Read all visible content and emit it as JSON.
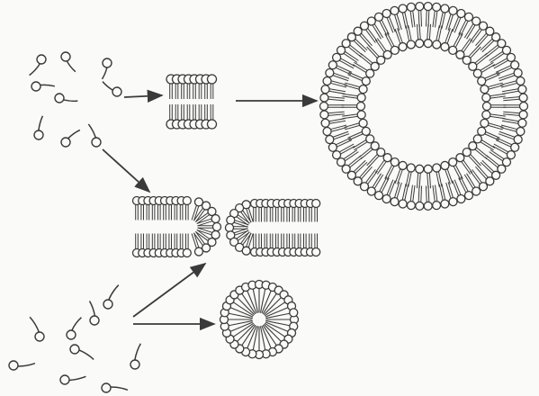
{
  "diagram": {
    "ink_color": "#3a3a3a",
    "background_color": "#fafaf8",
    "components": [
      {
        "name": "free-lipid-cluster",
        "kind": "scattered amphiphile molecules"
      },
      {
        "name": "lipid-bilayer-sheet",
        "kind": "bilayer"
      },
      {
        "name": "liposome",
        "kind": "closed bilayer vesicle"
      },
      {
        "name": "bilayer-with-curved-edge",
        "kind": "bilayer"
      },
      {
        "name": "bilayer-two-curved-edges",
        "kind": "bilayer"
      },
      {
        "name": "curly-lipid-cluster",
        "kind": "scattered single-tail molecules"
      },
      {
        "name": "micelle",
        "kind": "spherical micelle"
      }
    ],
    "arrows": [
      {
        "from": "free-lipid-cluster",
        "to": "lipid-bilayer-sheet"
      },
      {
        "from": "lipid-bilayer-sheet",
        "to": "liposome"
      },
      {
        "from": "free-lipid-cluster",
        "to": "bilayer-with-curved-edge"
      },
      {
        "from": "curly-lipid-cluster",
        "to": "bilayer-two-curved-edges"
      },
      {
        "from": "curly-lipid-cluster",
        "to": "micelle"
      }
    ]
  }
}
